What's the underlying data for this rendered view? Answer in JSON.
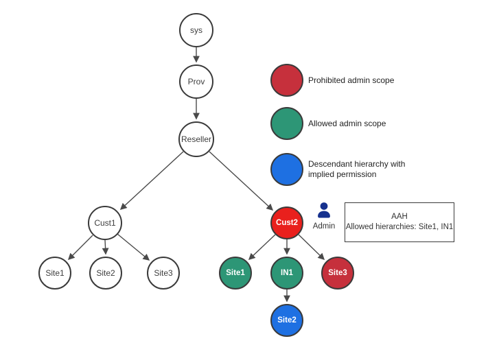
{
  "diagram": {
    "nodes": {
      "sys": {
        "label": "sys"
      },
      "prov": {
        "label": "Prov"
      },
      "reseller": {
        "label": "Reseller"
      },
      "cust1": {
        "label": "Cust1"
      },
      "site1_left": {
        "label": "Site1"
      },
      "site2_left": {
        "label": "Site2"
      },
      "site3_left": {
        "label": "Site3"
      },
      "cust2": {
        "label": "Cust2",
        "color": "#e9201d"
      },
      "site1_right": {
        "label": "Site1",
        "color": "#2d9676"
      },
      "in1": {
        "label": "IN1",
        "color": "#2d9676"
      },
      "site3_right": {
        "label": "Site3",
        "color": "#c6303c"
      },
      "site2_right": {
        "label": "Site2",
        "color": "#1e70e2"
      }
    },
    "admin": {
      "label": "Admin",
      "icon_color": "#16318e"
    },
    "callout": {
      "line1": "AAH",
      "line2": "Allowed hierarchies: Site1, IN1"
    }
  },
  "legend": {
    "items": [
      {
        "label": "Prohibited admin scope",
        "color": "#c6303c"
      },
      {
        "label": "Allowed admin scope",
        "color": "#2d9676"
      },
      {
        "label": "Descendant hierarchy with implied permission",
        "color": "#1e70e2"
      }
    ]
  },
  "colors": {
    "node_stroke": "#3a3a3a",
    "arrow": "#4a4a4a",
    "background": "#ffffff"
  }
}
